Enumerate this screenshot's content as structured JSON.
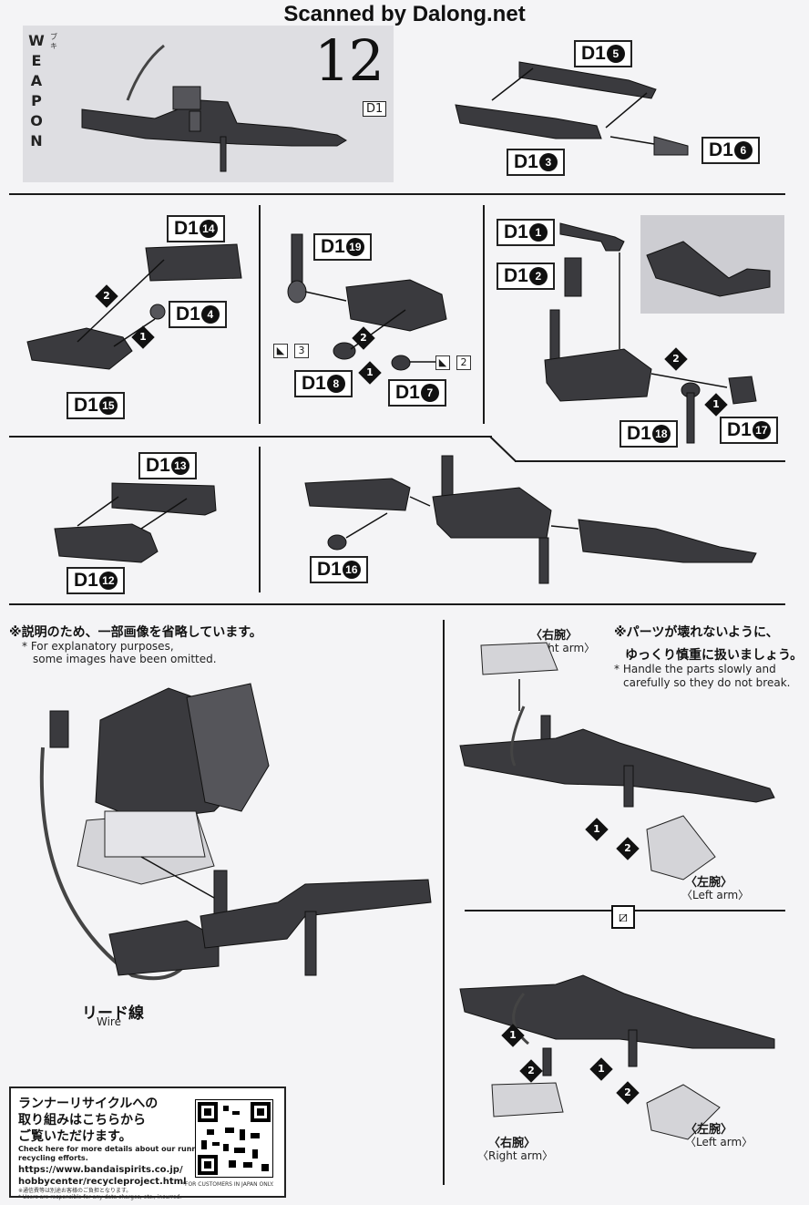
{
  "watermark": "Scanned by Dalong.net",
  "header": {
    "weapon_title": "WEAPON",
    "weapon_kana": "ブキ",
    "step_number": "12",
    "runner_tag": "D1"
  },
  "parts": {
    "p5": {
      "base": "D1",
      "num": "5"
    },
    "p3": {
      "base": "D1",
      "num": "3"
    },
    "p6": {
      "base": "D1",
      "num": "6"
    },
    "p14": {
      "base": "D1",
      "num": "14"
    },
    "p4": {
      "base": "D1",
      "num": "4"
    },
    "p15": {
      "base": "D1",
      "num": "15"
    },
    "p19": {
      "base": "D1",
      "num": "19"
    },
    "p8": {
      "base": "D1",
      "num": "8"
    },
    "p7": {
      "base": "D1",
      "num": "7"
    },
    "p1": {
      "base": "D1",
      "num": "1"
    },
    "p2": {
      "base": "D1",
      "num": "2"
    },
    "p18": {
      "base": "D1",
      "num": "18"
    },
    "p17": {
      "base": "D1",
      "num": "17"
    },
    "p13": {
      "base": "D1",
      "num": "13"
    },
    "p12": {
      "base": "D1",
      "num": "12"
    },
    "p16": {
      "base": "D1",
      "num": "16"
    }
  },
  "step_marks": {
    "one": "1",
    "two": "2"
  },
  "ratio_boxes": {
    "three": "3",
    "two": "2"
  },
  "notes": {
    "omitted_jp": "※説明のため、一部画像を省略しています。",
    "omitted_en_1": "* For explanatory purposes,",
    "omitted_en_2": "some images have been omitted.",
    "handle_jp_1": "※パーツが壊れないように、",
    "handle_jp_2": "ゆっくり慎重に扱いましょう。",
    "handle_en_1": "* Handle the parts slowly and",
    "handle_en_2": "carefully so they do not break.",
    "wire_jp": "リード線",
    "wire_en": "Wire"
  },
  "arms": {
    "right_jp": "〈右腕〉",
    "right_en": "〈Right arm〉",
    "left_jp": "〈左腕〉",
    "left_en": "〈Left arm〉"
  },
  "recycle": {
    "jp_1": "ランナーリサイクルへの",
    "jp_2": "取り組みはこちらから",
    "jp_3": "ご覧いただけます。",
    "en_1": "Check here for more details about our runner",
    "en_2": "recycling efforts.",
    "url_1": "https://www.bandaispirits.co.jp/",
    "url_2": "hobbycenter/recycleproject.html",
    "fine_print": "※通信費等は別途お客様のご負担となります。",
    "fine_print_en": "* Users are responsible for any data charges, etc., incurred.",
    "japan_only": "*FOR CUSTOMERS IN JAPAN ONLY."
  },
  "colors": {
    "part_fill": "#3a3a3e",
    "part_shade": "#55555a",
    "panel": "#dedee2"
  }
}
